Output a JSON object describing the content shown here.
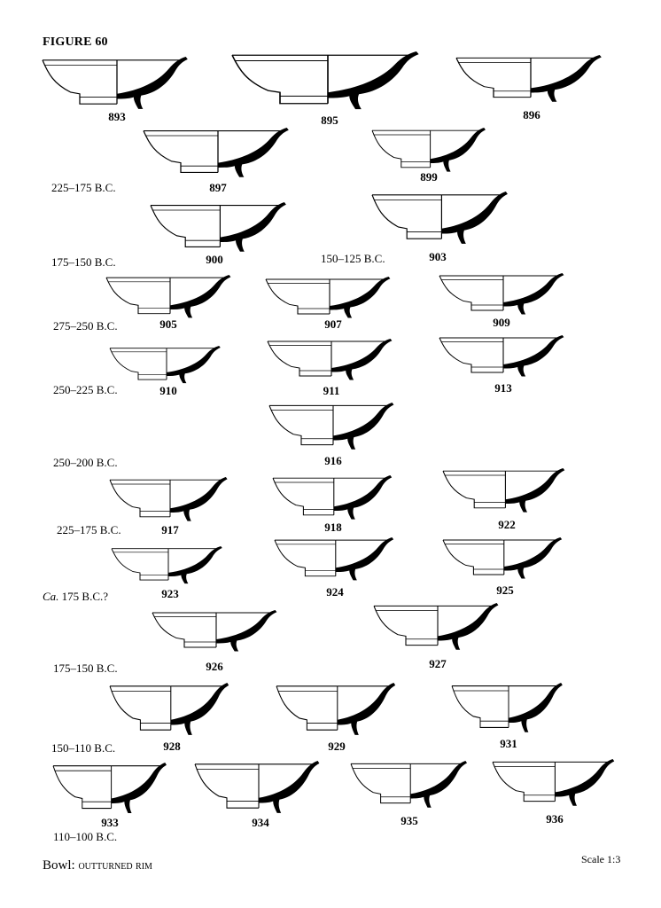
{
  "figure": {
    "title": "FIGURE 60"
  },
  "caption": {
    "main": "Bowl:",
    "sub": "outturned rim"
  },
  "scale": {
    "label": "Scale 1:3"
  },
  "vessels": [
    "893",
    "895",
    "896",
    "897",
    "899",
    "900",
    "903",
    "905",
    "907",
    "909",
    "910",
    "911",
    "913",
    "916",
    "917",
    "918",
    "922",
    "923",
    "924",
    "925",
    "926",
    "927",
    "928",
    "929",
    "931",
    "933",
    "934",
    "935",
    "936"
  ],
  "date_labels": [
    "225–175 B.C.",
    "175–150 B.C.",
    "150–125 B.C.",
    "275–250 B.C.",
    "250–225 B.C.",
    "250–200 B.C.",
    "225–175 B.C.",
    "175–150 B.C.",
    "150–110 B.C.",
    "110–100 B.C."
  ],
  "date_label_ca": {
    "prefix": "Ca.",
    "rest": " 175 B.C.?"
  }
}
